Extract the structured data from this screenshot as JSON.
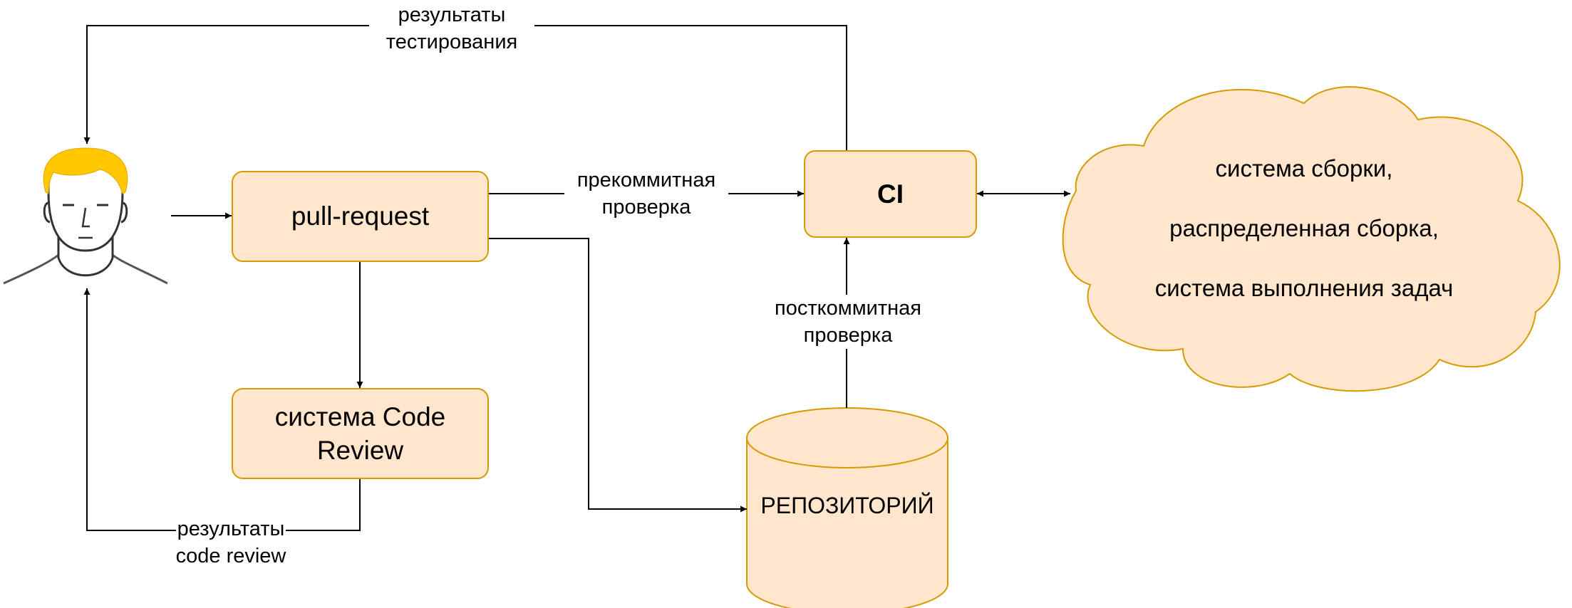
{
  "nodes": {
    "pull_request": "pull-request",
    "code_review_line1": "система Code",
    "code_review_line2": "Review",
    "ci": "CI",
    "repository": "РЕПОЗИТОРИЙ",
    "cloud_line1": "система сборки,",
    "cloud_line2": "распределенная сборка,",
    "cloud_line3": "система выполнения задач"
  },
  "edges": {
    "test_results_line1": "результаты",
    "test_results_line2": "тестирования",
    "precommit_line1": "прекоммитная",
    "precommit_line2": "проверка",
    "postcommit_line1": "посткоммитная",
    "postcommit_line2": "проверка",
    "review_results_line1": "результаты",
    "review_results_line2": "code review"
  },
  "colors": {
    "node_fill": "#ffe6cc",
    "node_stroke": "#d79b00",
    "hair": "#ffc800",
    "line": "#000000"
  },
  "icons": {
    "user": "user-avatar-icon"
  }
}
